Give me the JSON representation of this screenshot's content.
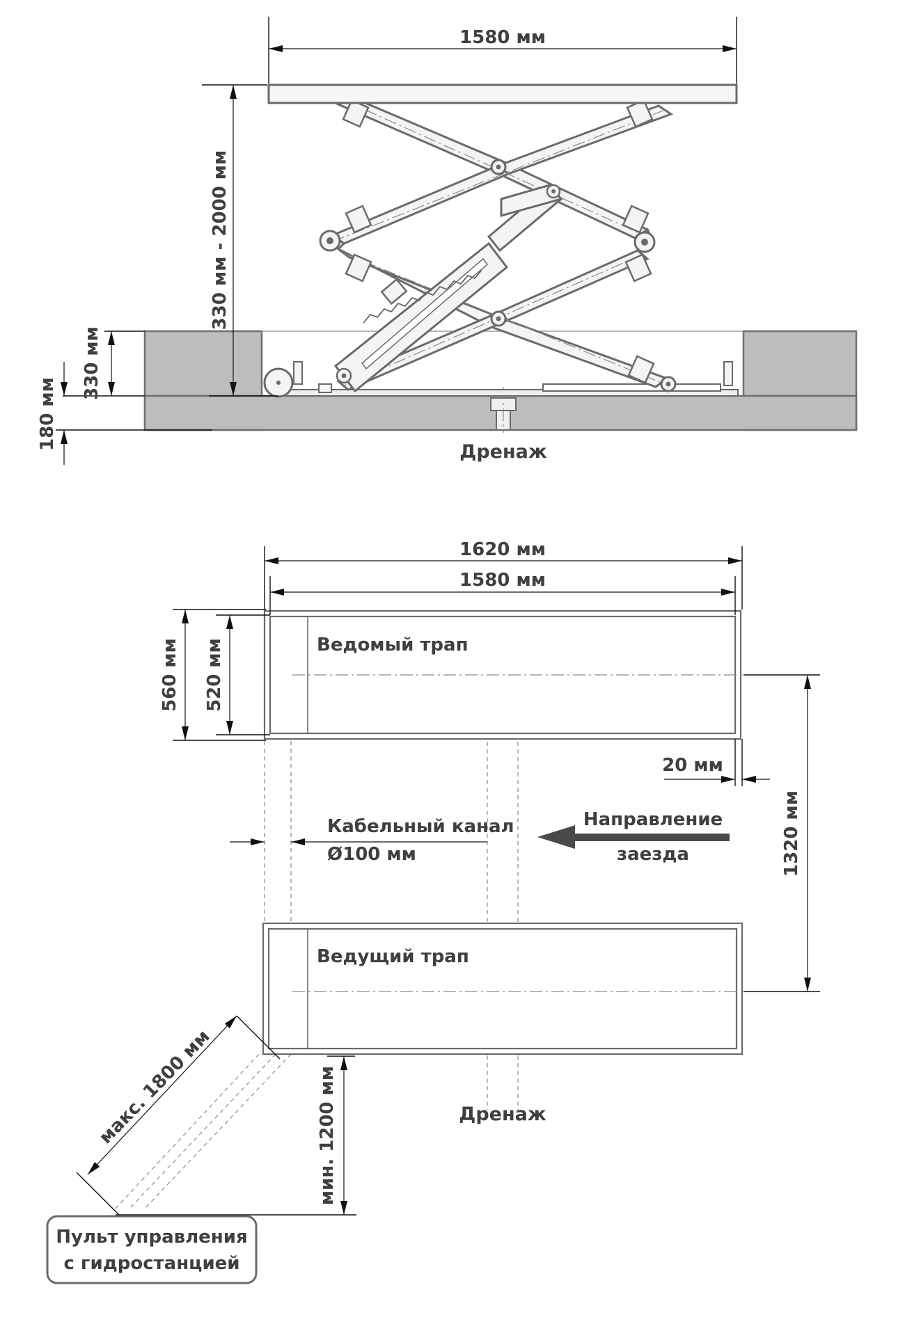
{
  "side_view": {
    "width_label": "1580 мм",
    "height_range_label": "330 мм - 2000 мм",
    "pit_depth_label": "330 мм",
    "base_thickness_label": "180 мм",
    "drain_label": "Дренаж"
  },
  "plan_view": {
    "outer_width_label": "1620 мм",
    "inner_width_label": "1580 мм",
    "ramp_outer_label": "560 мм",
    "ramp_inner_label": "520 мм",
    "driven_ramp_label": "Ведомый трап",
    "driving_ramp_label": "Ведущий трап",
    "gap_label": "20 мм",
    "track_label": "1320 мм",
    "cable_channel_label": "Кабельный канал",
    "cable_channel_diameter_label": "Ø100 мм",
    "direction_line1": "Направление",
    "direction_line2": "заезда",
    "max_hose_label": "макс. 1800 мм",
    "min_distance_label": "мин. 1200 мм",
    "drain_label": "Дренаж",
    "control_unit_line1": "Пульт управления",
    "control_unit_line2": "с гидростанцией"
  },
  "colors": {
    "steel_outline": "#6a6a6a",
    "concrete": "#bdbdbd",
    "text": "#3f3f3f",
    "arrow": "#4a4a4a"
  }
}
